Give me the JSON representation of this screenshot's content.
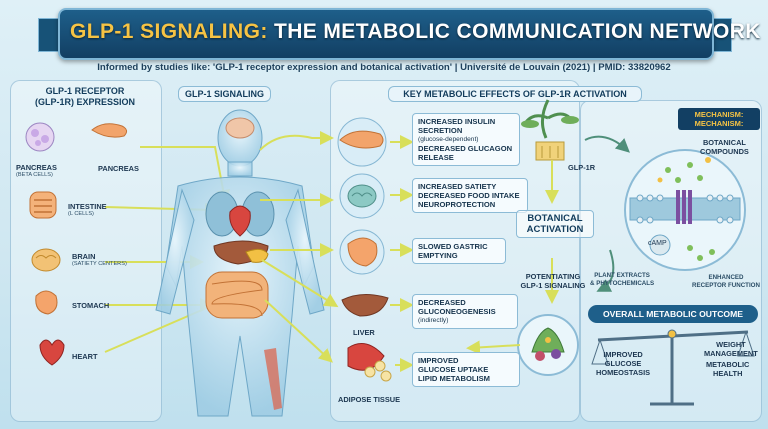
{
  "header": {
    "title_highlight": "GLP-1 SIGNALING:",
    "title_rest": " THE METABOLIC COMMUNICATION NETWORK",
    "subtitle": "Informed by studies like: 'GLP-1 receptor expression and botanical activation' | Université de Louvain (2021) | PMID: 33820962"
  },
  "left_panel": {
    "header": [
      "GLP-1 RECEPTOR",
      "(GLP-1R) EXPRESSION"
    ],
    "items": [
      {
        "label": "PANCREAS",
        "sub": "(BETA CELLS)"
      },
      {
        "label": "PANCREAS",
        "sub": ""
      },
      {
        "label": "INTESTINE",
        "sub": "(L CELLS)"
      },
      {
        "label": "BRAIN",
        "sub": "(SATIETY CENTERS)"
      },
      {
        "label": "STOMACH",
        "sub": ""
      },
      {
        "label": "HEART",
        "sub": ""
      }
    ]
  },
  "center": {
    "header": "GLP-1 SIGNALING",
    "organ_labels": {
      "liver": "LIVER",
      "adipose": "ADIPOSE TISSUE"
    }
  },
  "effects_panel": {
    "header": "KEY METABOLIC EFFECTS OF GLP-1R ACTIVATION",
    "effects": [
      {
        "lines": [
          "INCREASED INSULIN",
          "SECRETION"
        ],
        "sub": "(glucose-dependent)",
        "lines2": [
          "DECREASED GLUCAGON",
          "RELEASE"
        ]
      },
      {
        "lines": [
          "INCREASED SATIETY",
          "DECREASED FOOD INTAKE",
          "NEUROPROTECTION"
        ],
        "sub": "",
        "lines2": []
      },
      {
        "lines": [
          "SLOWED GASTRIC",
          "EMPTYING"
        ],
        "sub": "",
        "lines2": []
      },
      {
        "lines": [
          "DECREASED",
          "GLUCONEOGENESIS"
        ],
        "sub": "(indirectly)",
        "lines2": []
      },
      {
        "lines": [
          "IMPROVED",
          "GLUCOSE UPTAKE",
          "LIPID METABOLISM"
        ],
        "sub": "",
        "lines2": []
      }
    ]
  },
  "botanical": {
    "receptor_label": "GLP-1R",
    "activation": [
      "BOTANICAL",
      "ACTIVATION"
    ],
    "potentiating": [
      "POTENTIATING",
      "GLP-1 SIGNALING"
    ],
    "mechanism_title": [
      "MECHANISM:",
      "MECHANISM:"
    ],
    "compounds": [
      "BOTANICAL",
      "COMPOUNDS"
    ],
    "camp": "cAMP",
    "plant_extracts": [
      "PLANT EXTRACTS",
      "& PHYTOCHEMICALS"
    ],
    "enhanced": [
      "ENHANCED",
      "RECEPTOR FUNCTION"
    ]
  },
  "outcome": {
    "title": "OVERALL METABOLIC OUTCOME",
    "left": [
      "IMPROVED",
      "GLUCOSE",
      "HOMEOSTASIS"
    ],
    "right_top": [
      "WEIGHT",
      "MANAGEMENT"
    ],
    "right_bottom": [
      "METABOLIC",
      "HEALTH"
    ]
  },
  "colors": {
    "banner": "#1e5f8a",
    "accent": "#f6c344",
    "arrow": "#c9d94a",
    "text": "#123c5c"
  }
}
